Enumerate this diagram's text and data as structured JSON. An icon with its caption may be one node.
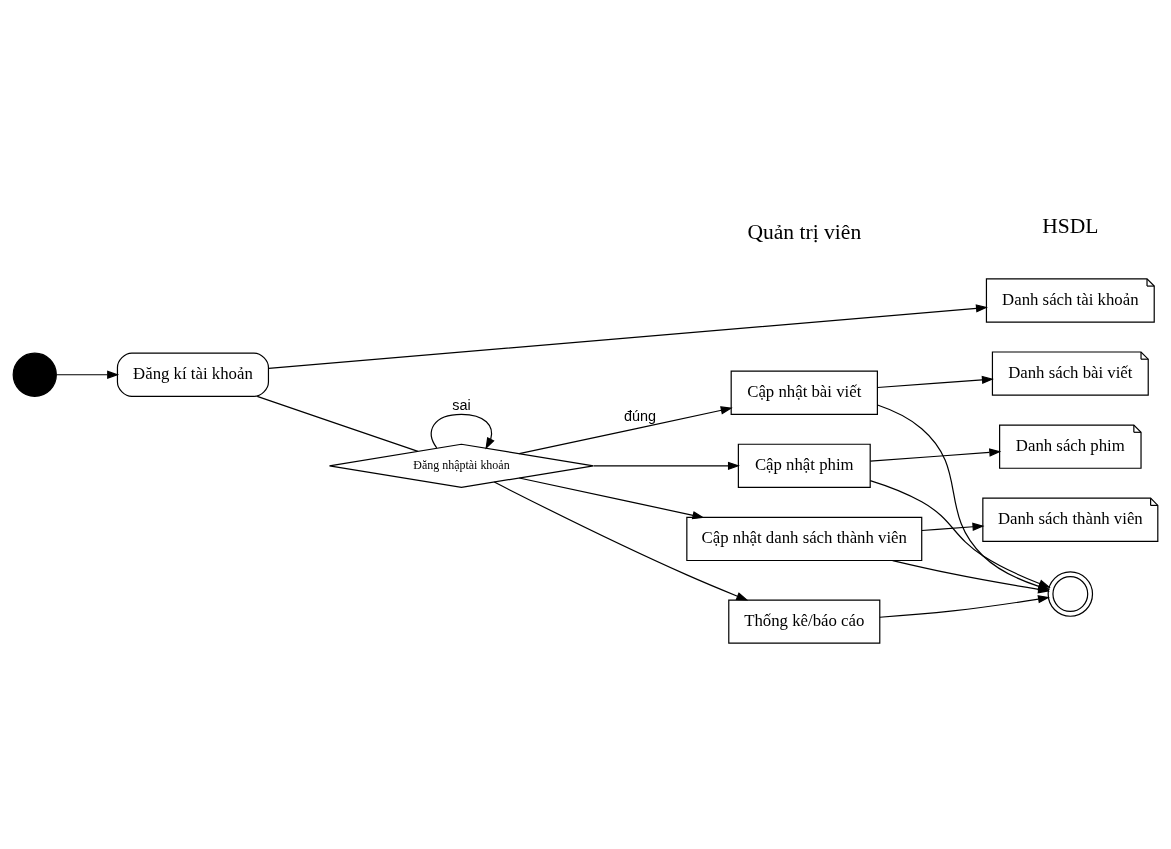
{
  "diagram": {
    "nodes": [
      {
        "text": [],
        "shape": "circle"
      },
      {
        "text": [
          "Đăng kí tài khoản"
        ]
      },
      {
        "text": [
          "Danh sách tài khoản"
        ]
      },
      {
        "text": [
          "Cập nhật bài viết"
        ]
      },
      {
        "text": [
          "Danh sách bài viết"
        ]
      },
      {
        "text": [
          "Cập nhật phim"
        ]
      },
      {
        "text": [
          "Danh sách phim"
        ]
      },
      {
        "text": [
          "Đăng nhậptài khoản"
        ]
      },
      {
        "text": [
          "Cập nhật danh sách thành viên"
        ]
      },
      {
        "text": [
          "Danh sách thành viên"
        ]
      },
      {
        "text": [
          "Thống kê/báo cáo"
        ]
      },
      {
        "text": [],
        "shape": "circle"
      }
    ],
    "edges": [
      {
        "from": 0,
        "to": 1,
        "arrow": "to"
      },
      {
        "from": 1,
        "to": 2,
        "arrow": "to"
      },
      {
        "from": 1,
        "to": 7,
        "arrow": "none"
      },
      {
        "from": 7,
        "to": 7,
        "arrow": "to",
        "label": "sai"
      },
      {
        "from": 7,
        "to": 3,
        "arrow": "to",
        "label": "đúng"
      },
      {
        "from": 7,
        "to": 5,
        "arrow": "to"
      },
      {
        "from": 7,
        "to": 8,
        "arrow": "to"
      },
      {
        "from": 7,
        "to": 10,
        "arrow": "to"
      },
      {
        "from": 3,
        "to": 4,
        "arrow": "to"
      },
      {
        "from": 5,
        "to": 6,
        "arrow": "to"
      },
      {
        "from": 8,
        "to": 9,
        "arrow": "to"
      },
      {
        "from": 3,
        "to": 11,
        "arrow": "to"
      },
      {
        "from": 5,
        "to": 11,
        "arrow": "to"
      },
      {
        "from": 8,
        "to": 11,
        "arrow": "to"
      },
      {
        "from": 10,
        "to": 11,
        "arrow": "to"
      }
    ],
    "labels": [
      "Quản trị viên",
      "HSDL"
    ]
  }
}
